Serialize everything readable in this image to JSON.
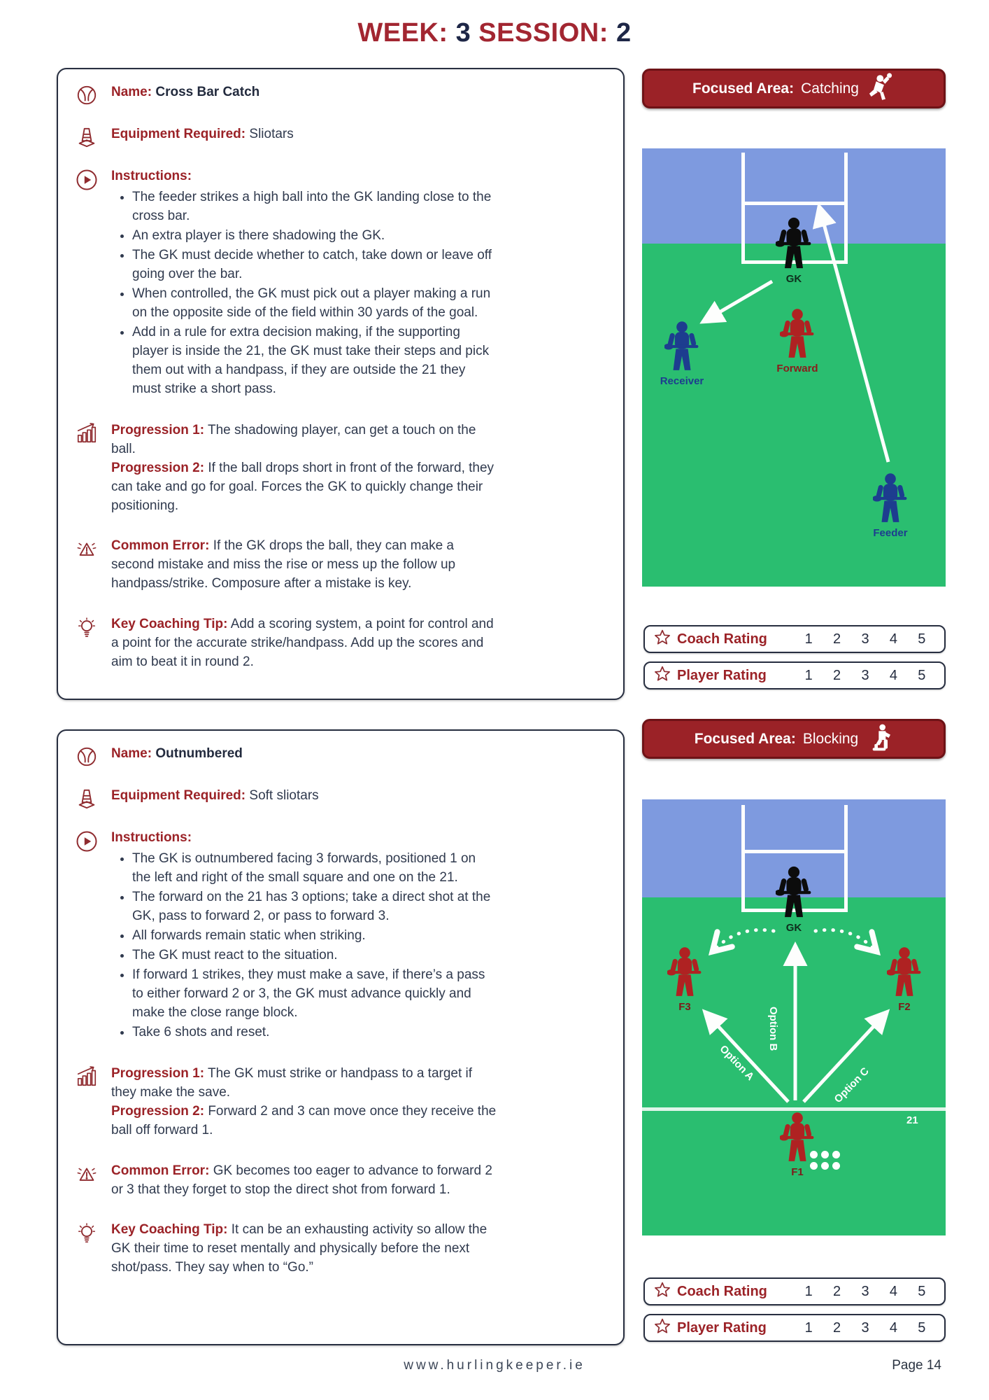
{
  "title": {
    "week_label": "WEEK:",
    "week_value": "3",
    "session_label": "SESSION:",
    "session_value": "2"
  },
  "footer": {
    "url": "www.hurlingkeeper.ie",
    "page": "Page 14"
  },
  "ratings": {
    "coach_label": "Coach Rating",
    "player_label": "Player Rating",
    "values": [
      "1",
      "2",
      "3",
      "4",
      "5"
    ]
  },
  "colors": {
    "accent_red": "#9B2227",
    "navy": "#1E2747",
    "pitch_green": "#2ABE70",
    "sky_blue": "#7E9ADF",
    "player_red": "#AF2222",
    "player_blue": "#1D3D8F",
    "gk_black": "#0C0C0C"
  },
  "cards": [
    {
      "name_label": "Name:",
      "name": "Cross Bar Catch",
      "equipment_label": "Equipment Required:",
      "equipment": "Sliotars",
      "instructions_label": "Instructions:",
      "instructions": [
        "The feeder strikes a high ball into the GK landing close to the cross bar.",
        "An extra player is there shadowing the GK.",
        "The GK must decide whether to catch, take down or leave off going over the bar.",
        "When controlled, the GK must pick out a player making a run on the opposite side of the field within 30 yards of the goal.",
        "Add in a rule for extra decision making, if the supporting player is inside the 21, the GK must take their steps and pick them out with a handpass, if they are outside the 21 they must strike a short pass."
      ],
      "progression1_label": "Progression 1:",
      "progression1": "The shadowing player, can get a touch on the ball.",
      "progression2_label": "Progression 2:",
      "progression2": "If the ball drops short in front of the forward, they can take and go for goal. Forces the GK to quickly change their positioning.",
      "common_error_label": "Common Error:",
      "common_error": "If the GK drops the ball, they can make a second mistake and miss the rise or mess up the follow up handpass/strike. Composure after a mistake is key.",
      "tip_label": "Key Coaching Tip:",
      "tip": "Add a scoring system, a point for control and a point for the accurate strike/handpass. Add up the scores and aim to beat it in round 2.",
      "focused_area_label": "Focused Area:",
      "focused_area": "Catching",
      "diagram": {
        "gk": "GK",
        "receiver": "Receiver",
        "forward": "Forward",
        "feeder": "Feeder"
      }
    },
    {
      "name_label": "Name:",
      "name": "Outnumbered",
      "equipment_label": "Equipment Required:",
      "equipment": "Soft sliotars",
      "instructions_label": "Instructions:",
      "instructions": [
        "The GK is outnumbered facing 3 forwards, positioned 1 on the left and right of the small square and one on the 21.",
        "The forward on the 21 has 3 options; take a direct shot at the GK, pass to forward 2, or pass to forward 3.",
        "All forwards remain static when striking.",
        "The GK must react to the situation.",
        "If forward 1 strikes, they must make a save, if there’s a pass to either forward 2 or 3, the GK must advance quickly and make the close range block.",
        "Take 6 shots and reset."
      ],
      "progression1_label": "Progression 1:",
      "progression1": "The GK must strike or handpass to a target if they make the save.",
      "progression2_label": "Progression 2:",
      "progression2": "Forward 2 and 3 can move once they receive the ball off forward 1.",
      "common_error_label": "Common Error:",
      "common_error": "GK becomes too eager to advance to forward 2 or 3 that they forget to stop the direct shot from forward 1.",
      "tip_label": "Key Coaching Tip:",
      "tip": "It can be an exhausting activity so allow the GK their time to reset mentally and physically before the next shot/pass. They say when to “Go.”",
      "focused_area_label": "Focused Area:",
      "focused_area": "Blocking",
      "diagram": {
        "gk": "GK",
        "f3": "F3",
        "f2": "F2",
        "f1": "F1",
        "option_a": "Option A",
        "option_b": "Option B",
        "option_c": "Option C",
        "line_21": "21"
      }
    }
  ]
}
